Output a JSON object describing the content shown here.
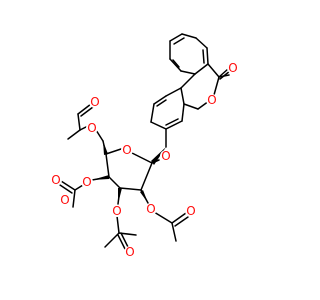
{
  "molecule": {
    "atoms": [
      {
        "id": "a1",
        "symbol": "O",
        "label": "O"
      },
      {
        "id": "a2",
        "symbol": "O",
        "label": "O"
      },
      {
        "id": "a3",
        "symbol": "O",
        "label": "O"
      },
      {
        "id": "a4",
        "symbol": "O",
        "label": "O"
      },
      {
        "id": "a5",
        "symbol": "O",
        "label": "O"
      },
      {
        "id": "a6",
        "symbol": "O",
        "label": "O"
      },
      {
        "id": "a7",
        "symbol": "O",
        "label": "O"
      },
      {
        "id": "a8",
        "symbol": "O",
        "label": "O"
      },
      {
        "id": "a9",
        "symbol": "O",
        "label": "O"
      },
      {
        "id": "a10",
        "symbol": "O",
        "label": "O"
      },
      {
        "id": "a11",
        "symbol": "O",
        "label": "O"
      },
      {
        "id": "a12",
        "symbol": "O",
        "label": "O"
      },
      {
        "id": "a13",
        "symbol": "O",
        "label": "O"
      }
    ]
  },
  "colors": {
    "bond": "#000000",
    "oxygen": "#ff0d0d",
    "background": "#ffffff"
  }
}
